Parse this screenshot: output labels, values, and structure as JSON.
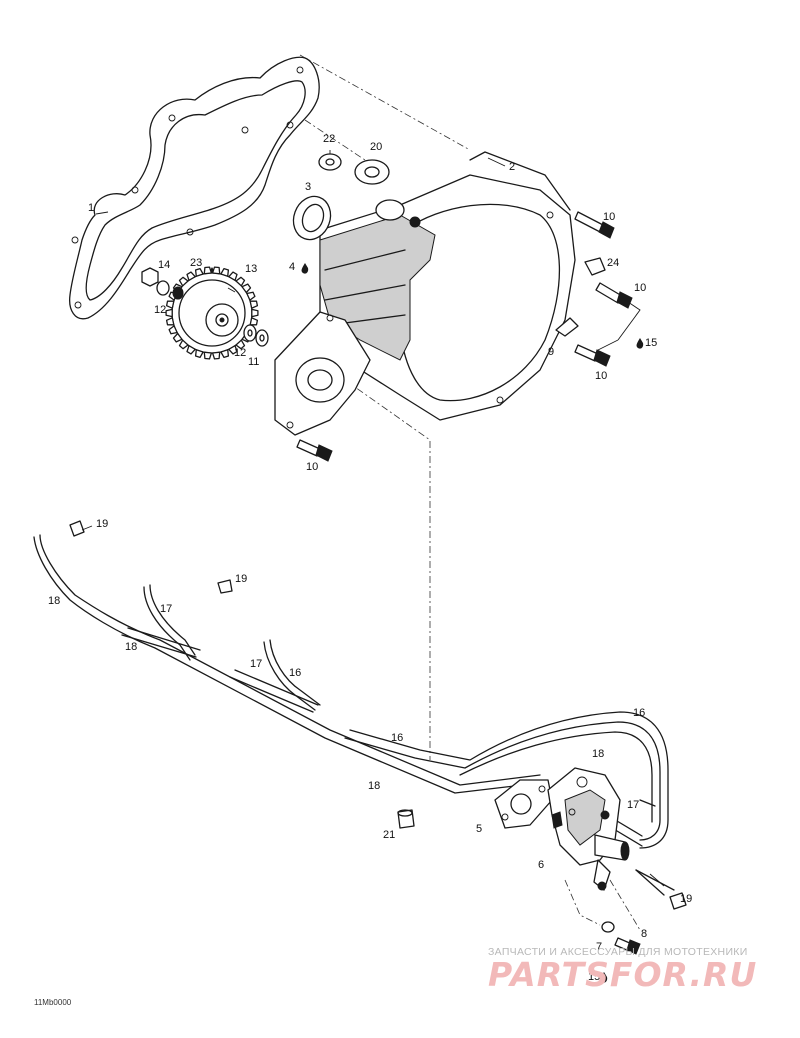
{
  "diagram": {
    "part_labels": [
      "1",
      "2",
      "3",
      "4",
      "5",
      "6",
      "7",
      "8",
      "9",
      "10",
      "11",
      "12",
      "13",
      "14",
      "15",
      "16",
      "17",
      "18",
      "19",
      "20",
      "21",
      "22",
      "23",
      "24"
    ],
    "drawing_code": "11Mb0000"
  },
  "watermark": {
    "text": "ЗАПЧАСТИ И АКСЕССУАРЫ ДЛЯ МОТОТЕХНИКИ",
    "logo": "PARTSFOR.RU",
    "logo_color": "#f2b9b9",
    "text_color": "#b8b8b8"
  }
}
